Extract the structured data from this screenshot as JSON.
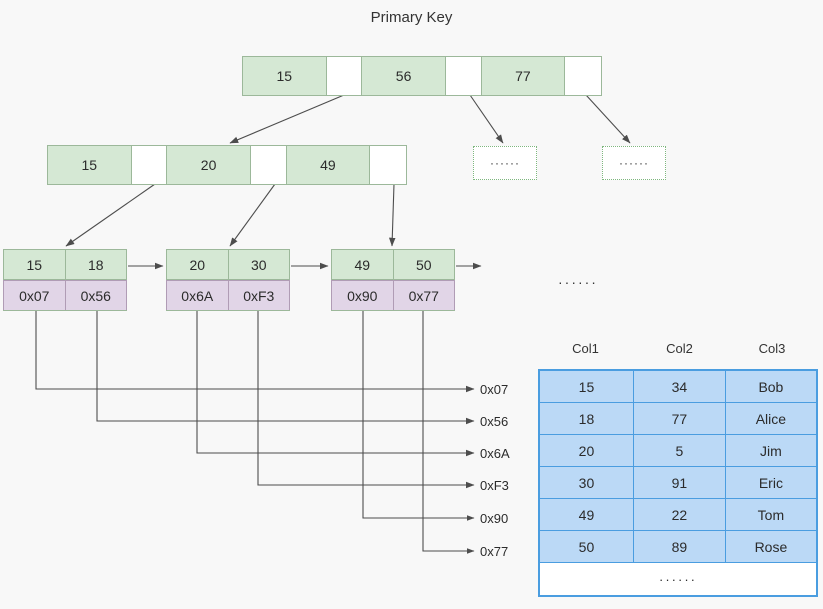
{
  "title": "Primary Key",
  "colors": {
    "key_cell": "#d5e8d4",
    "pointer_cell": "#e1d5e7",
    "table_cell": "#bbd9f6",
    "table_border": "#4a9de0",
    "node_border": "#9cb89a",
    "background": "#f8f8f8",
    "line": "#4d4d4d"
  },
  "ellipsis": "······",
  "tree": {
    "root": {
      "cells": [
        {
          "type": "key",
          "label": "15"
        },
        {
          "type": "pointer",
          "label": ""
        },
        {
          "type": "key",
          "label": "56"
        },
        {
          "type": "pointer",
          "label": ""
        },
        {
          "type": "key",
          "label": "77"
        },
        {
          "type": "pointer",
          "label": ""
        }
      ]
    },
    "level2": {
      "cells": [
        {
          "type": "key",
          "label": "15"
        },
        {
          "type": "pointer",
          "label": ""
        },
        {
          "type": "key",
          "label": "20"
        },
        {
          "type": "pointer",
          "label": ""
        },
        {
          "type": "key",
          "label": "49"
        },
        {
          "type": "pointer",
          "label": ""
        }
      ]
    },
    "placeholders": [
      {
        "label": "······"
      },
      {
        "label": "······"
      }
    ],
    "leaves": [
      {
        "keys": [
          "15",
          "18"
        ],
        "pointers": [
          "0x07",
          "0x56"
        ]
      },
      {
        "keys": [
          "20",
          "30"
        ],
        "pointers": [
          "0x6A",
          "0xF3"
        ]
      },
      {
        "keys": [
          "49",
          "50"
        ],
        "pointers": [
          "0x90",
          "0x77"
        ]
      }
    ],
    "mid_ellipsis": "······"
  },
  "addresses": [
    {
      "label": "0x07"
    },
    {
      "label": "0x56"
    },
    {
      "label": "0x6A"
    },
    {
      "label": "0xF3"
    },
    {
      "label": "0x90"
    },
    {
      "label": "0x77"
    }
  ],
  "table": {
    "headers": [
      "Col1",
      "Col2",
      "Col3"
    ],
    "rows": [
      [
        "15",
        "34",
        "Bob"
      ],
      [
        "18",
        "77",
        "Alice"
      ],
      [
        "20",
        "5",
        "Jim"
      ],
      [
        "30",
        "91",
        "Eric"
      ],
      [
        "49",
        "22",
        "Tom"
      ],
      [
        "50",
        "89",
        "Rose"
      ]
    ],
    "footer_ellipsis": "······"
  }
}
